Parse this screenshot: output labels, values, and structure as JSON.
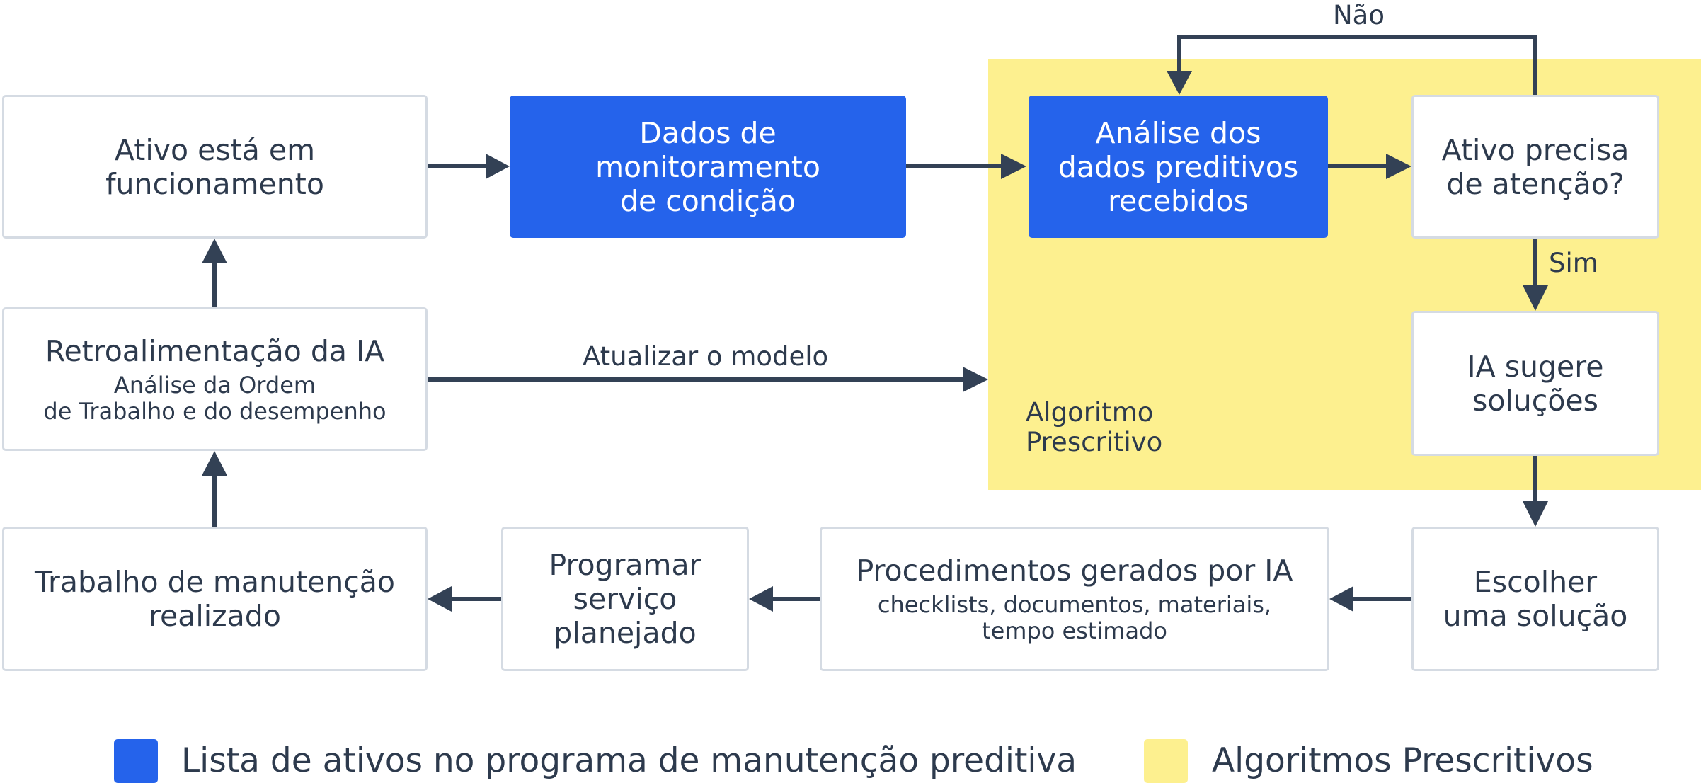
{
  "colors": {
    "predictive_blue": "#2563eb",
    "prescriptive_yellow": "#fdf08f",
    "arrow": "#334155",
    "text": "#2d3a4d"
  },
  "region": {
    "label": "Algoritmo\nPrescritivo"
  },
  "nodes": {
    "running": {
      "title": "Ativo está em\nfuncionamento"
    },
    "monitoring": {
      "title": "Dados de\nmonitoramento\nde condição"
    },
    "analysis": {
      "title": "Análise dos\ndados preditivos\nrecebidos"
    },
    "attention": {
      "title": "Ativo precisa\nde atenção?"
    },
    "suggest": {
      "title": "IA sugere\nsoluções"
    },
    "choose": {
      "title": "Escolher\numa solução"
    },
    "procedures": {
      "title": "Procedimentos gerados por IA",
      "subtitle": "checklists, documentos, materiais,\ntempo estimado"
    },
    "schedule": {
      "title": "Programar\nserviço\nplanejado"
    },
    "maintenance": {
      "title": "Trabalho de manutenção\nrealizado"
    },
    "feedback": {
      "title": "Retroalimentação da IA",
      "subtitle": "Análise da Ordem\nde Trabalho e do desempenho"
    }
  },
  "edge_labels": {
    "no": "Não",
    "yes": "Sim",
    "update_model": "Atualizar o modelo"
  },
  "legend": [
    {
      "label": "Lista de ativos no programa de manutenção preditiva",
      "color": "#2563eb"
    },
    {
      "label": "Algoritmos Prescritivos",
      "color": "#fdf08f"
    }
  ]
}
